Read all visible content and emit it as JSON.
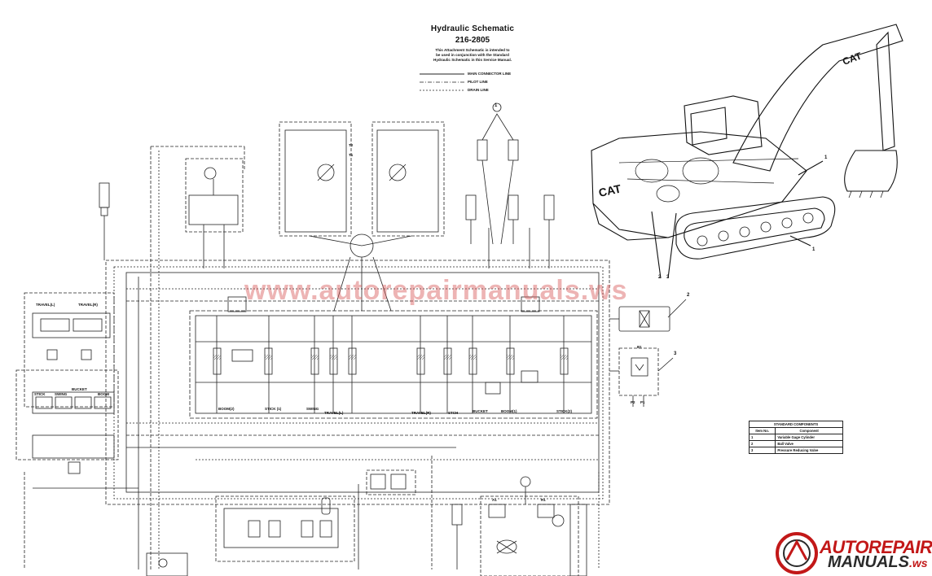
{
  "title": "Hydraulic Schematic",
  "part_number": "216-2805",
  "note_lines": [
    "This Attachment Schematic is intended to",
    "be used in conjunction with the Standard",
    "Hydraulic Schematic in this Service Manual."
  ],
  "line_legend": {
    "main": "MAIN CONNECTOR LINE",
    "pilot": "PILOT LINE",
    "drain": "DRAIN LINE"
  },
  "watermark": "www.autorepairmanuals.ws",
  "logo": {
    "top": "AUTOREPAIR",
    "bottom": "MANUALS",
    "suffix": ".ws"
  },
  "valve_labels": {
    "travel_l": "TRAVEL(L)",
    "travel_r": "TRAVEL(R)",
    "stick": "STICK",
    "swing": "SWING",
    "bucket": "BUCKET",
    "boom": "BOOM",
    "boom2": "BOOM(2)",
    "stick1": "STICK (1)",
    "swing2": "SWING",
    "travel_l2": "TRAVEL(L)",
    "travel_r2": "TRAVEL(R)",
    "stch": "STCH",
    "bucket2": "BUCKET",
    "boom1": "BOOM(1)",
    "stick2": "STICK(2)"
  },
  "std_table": {
    "title": "STANDARD COMPONENTS",
    "headers": [
      "Item No.",
      "Component"
    ],
    "rows": [
      [
        "1",
        "Variable Gage Cylinder"
      ],
      [
        "2",
        "Ball Valve"
      ],
      [
        "3",
        "Pressure Reducing Valve"
      ]
    ]
  },
  "callouts": [
    "1",
    "1",
    "2",
    "2",
    "3",
    "3",
    "1"
  ],
  "ports": {
    "t2": "T2",
    "t1": "T1",
    "p2": "P2",
    "p1": "P1",
    "b1": "B1",
    "a1": "A1",
    "r1": "R1"
  }
}
